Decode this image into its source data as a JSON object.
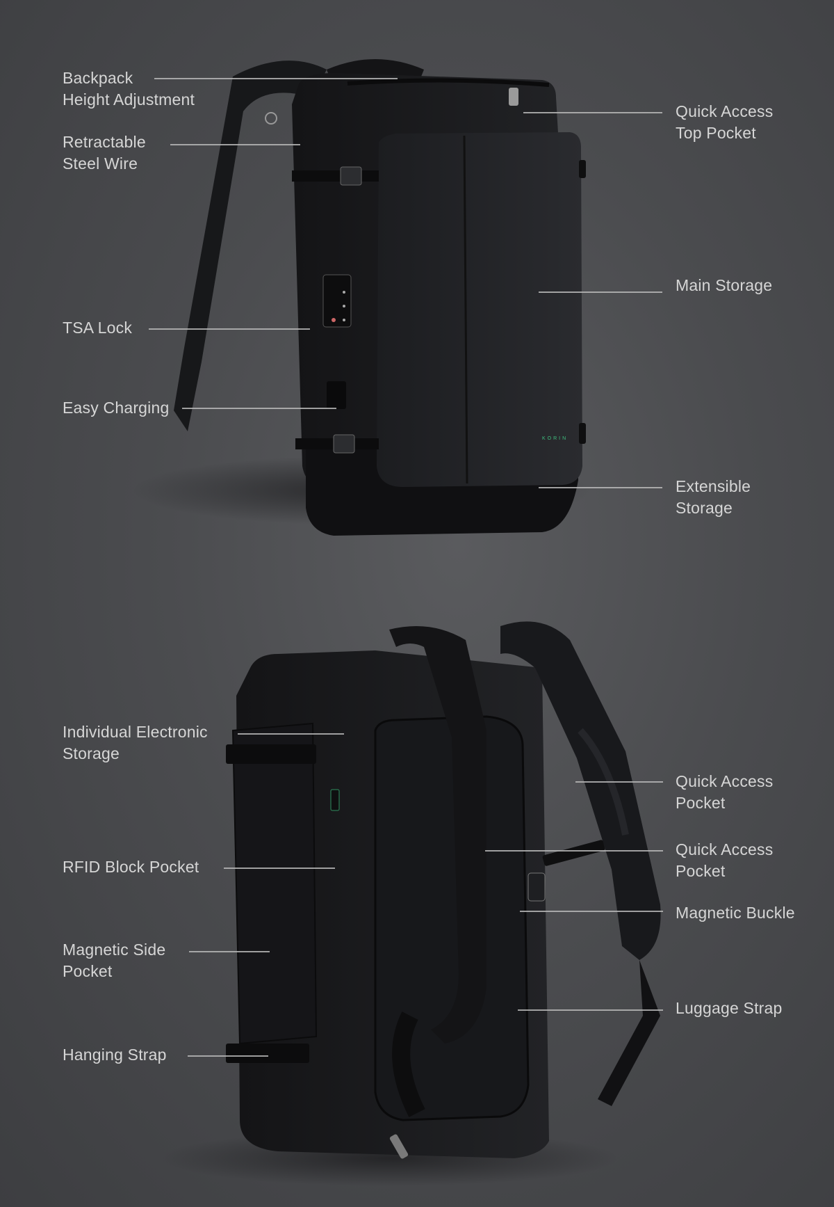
{
  "theme": {
    "background": "#4b4c4f",
    "label_color": "#d6d6d6",
    "line_color": "#b9b9b9",
    "brand_accent": "#3fbf7f"
  },
  "product": {
    "brand_mark": "KORIN"
  },
  "front_view": {
    "callouts": [
      {
        "id": "backpack-height-adjustment",
        "lines": [
          "Backpack",
          "Height Adjustment"
        ]
      },
      {
        "id": "retractable-steel-wire",
        "lines": [
          "Retractable",
          "Steel Wire"
        ]
      },
      {
        "id": "tsa-lock",
        "lines": [
          "TSA Lock"
        ]
      },
      {
        "id": "easy-charging",
        "lines": [
          "Easy Charging"
        ]
      },
      {
        "id": "quick-access-top-pocket",
        "lines": [
          "Quick Access",
          "Top Pocket"
        ]
      },
      {
        "id": "main-storage",
        "lines": [
          "Main Storage"
        ]
      },
      {
        "id": "extensible-storage",
        "lines": [
          "Extensible",
          "Storage"
        ]
      }
    ]
  },
  "back_view": {
    "callouts": [
      {
        "id": "individual-electronic-storage",
        "lines": [
          "Individual Electronic",
          "Storage"
        ]
      },
      {
        "id": "rfid-block-pocket",
        "lines": [
          "RFID Block Pocket"
        ]
      },
      {
        "id": "magnetic-side-pocket",
        "lines": [
          "Magnetic Side",
          "Pocket"
        ]
      },
      {
        "id": "hanging-strap",
        "lines": [
          "Hanging Strap"
        ]
      },
      {
        "id": "quick-access-pocket-1",
        "lines": [
          "Quick Access",
          "Pocket"
        ]
      },
      {
        "id": "quick-access-pocket-2",
        "lines": [
          "Quick Access",
          "Pocket"
        ]
      },
      {
        "id": "magnetic-buckle",
        "lines": [
          "Magnetic Buckle"
        ]
      },
      {
        "id": "luggage-strap",
        "lines": [
          "Luggage Strap"
        ]
      }
    ]
  }
}
